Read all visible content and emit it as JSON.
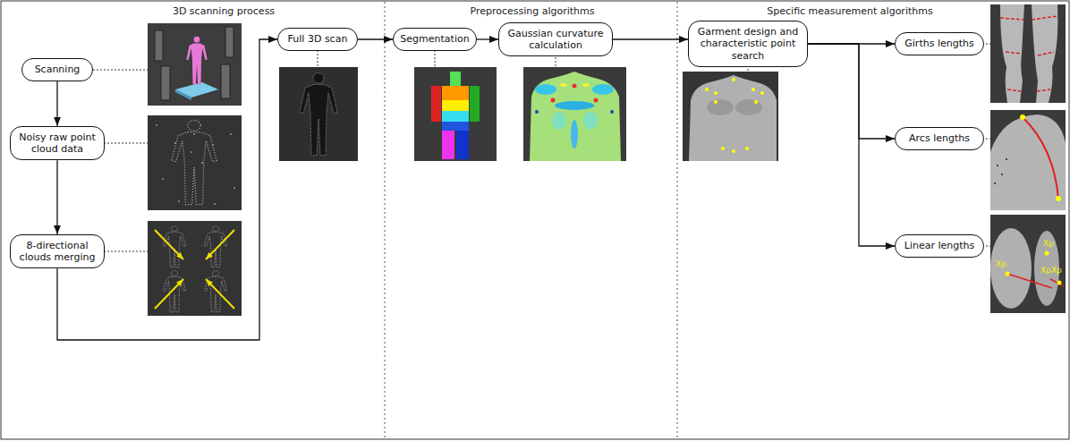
{
  "diagram": {
    "nodes": [
      {
        "text": [
          "Scanning"
        ]
      },
      {
        "text": [
          "Noisy raw point cloud data"
        ]
      },
      {
        "text": [
          "8-directional clouds merging"
        ]
      },
      {
        "text": [
          "Full 3D scan"
        ]
      },
      {
        "text": [
          "Segmentation"
        ]
      },
      {
        "text": [
          "Gaussian curvature calculation"
        ]
      },
      {
        "text": [
          "Garment design and characteristic point search"
        ]
      },
      {
        "text": [
          "Girths lengths"
        ]
      },
      {
        "text": [
          "Arcs lengths"
        ]
      },
      {
        "text": [
          "Linear lengths"
        ]
      }
    ],
    "edges": [
      {
        "from": 0,
        "to": 1,
        "arrow": "to"
      },
      {
        "from": 1,
        "to": 2,
        "arrow": "to"
      },
      {
        "from": 2,
        "to": 3,
        "arrow": "to"
      },
      {
        "from": 3,
        "to": 4,
        "arrow": "to"
      },
      {
        "from": 4,
        "to": 5,
        "arrow": "to"
      },
      {
        "from": 5,
        "to": 6,
        "arrow": "to"
      },
      {
        "from": 6,
        "to": 7,
        "arrow": "to"
      },
      {
        "from": 6,
        "to": 8,
        "arrow": "to"
      },
      {
        "from": 6,
        "to": 9,
        "arrow": "to"
      }
    ],
    "labels": [
      "3D scanning process",
      "Preprocessing algorithms",
      "Specific measurement algorithms",
      "Xp",
      "Xp",
      "XpXp"
    ]
  }
}
